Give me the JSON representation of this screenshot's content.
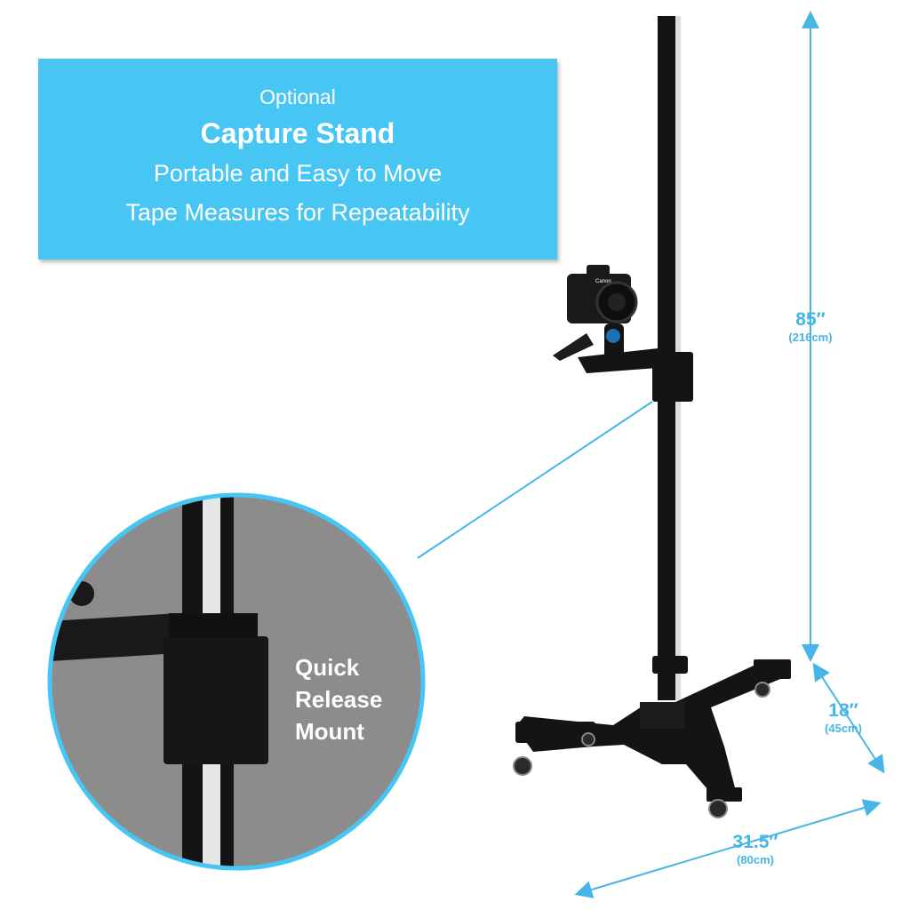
{
  "banner": {
    "line1": "Optional",
    "line2": "Capture Stand",
    "line3": "Portable and Easy to Move",
    "line4": "Tape Measures for Repeatability"
  },
  "dimensions": {
    "height": {
      "value": "85″",
      "metric": "(216cm)"
    },
    "depth": {
      "value": "18″",
      "metric": "(45cm)"
    },
    "width": {
      "value": "31.5″",
      "metric": "(80cm)"
    }
  },
  "callout": {
    "line1": "Quick",
    "line2": "Release",
    "line3": "Mount"
  },
  "camera": {
    "brand_mark": "Canon"
  },
  "colors": {
    "accent": "#47c6f4",
    "dimension": "#47b5e6",
    "stand": "#141414",
    "zoom_background": "#8c8c8c"
  }
}
